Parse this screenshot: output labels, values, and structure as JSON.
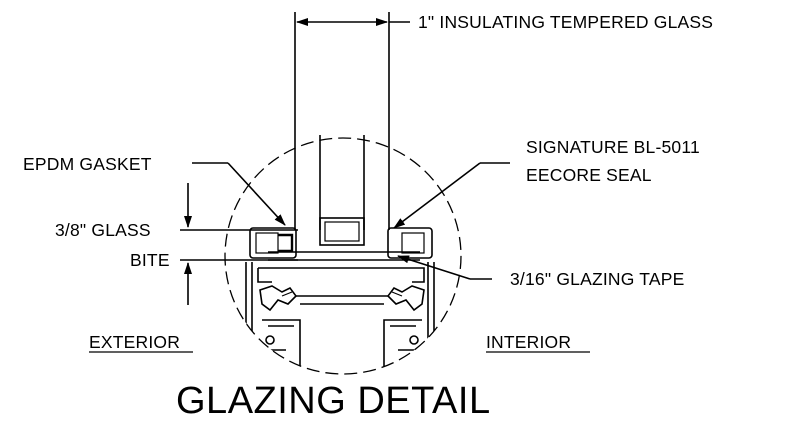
{
  "labels": {
    "glass": "1\" INSULATING TEMPERED GLASS",
    "seal_line1": "SIGNATURE BL-5011",
    "seal_line2": "EECORE SEAL",
    "gasket": "EPDM GASKET",
    "bite_line1": "3/8\" GLASS",
    "bite_line2": "BITE",
    "tape": "3/16\" GLAZING TAPE",
    "exterior": "EXTERIOR",
    "interior": "INTERIOR"
  },
  "title": "GLAZING DETAIL"
}
